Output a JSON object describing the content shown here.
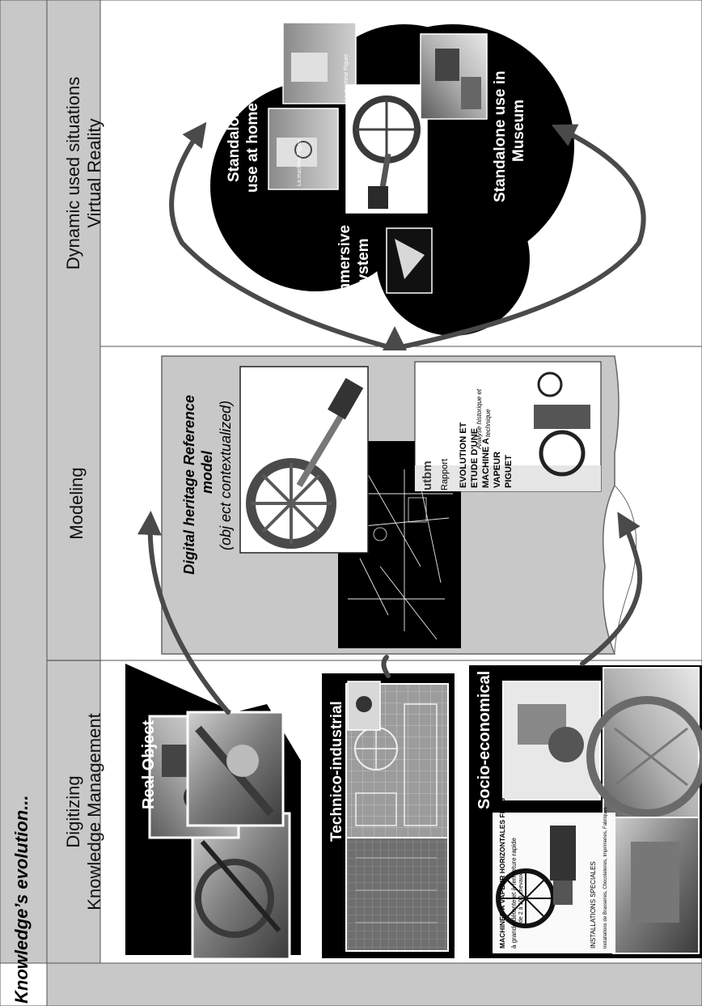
{
  "main_title": "Knowledge’s evolution...",
  "columns": [
    {
      "line1": "Digitizing",
      "line2": "Knowledge Management"
    },
    {
      "line1": "Modeling",
      "line2": ""
    },
    {
      "line1": "Dynamic used situations",
      "line2": "Virtual Reality"
    }
  ],
  "digitizing": {
    "real_object": "Real Object",
    "technico": "Technico-industrial",
    "socio": "Socio-economical",
    "advert_title": "MACHINES A VAPEUR HORIZONTALES FIXES",
    "advert_subtitle": "à grande détente et à fermeture rapide",
    "advert_range": "de 2 à 100 chevaux",
    "advert_special": "INSTALLATIONS SPECIALES",
    "advert_list": "Installations de Brasseries, Chocolateries, Imprimeries, Fabriques"
  },
  "modeling": {
    "title_line1": "Digital heritage Reference",
    "title_line2": "model",
    "subtitle": "(obj ect contextualized)",
    "report_logo": "utbm",
    "report_label": "Rapport",
    "report_title": [
      "EVOLUTION ET",
      "ETUDE D'UNE",
      "MACHINE A",
      "VAPEUR",
      "PIGUET"
    ],
    "report_subtitle": [
      "Analyse historique et",
      "technique"
    ]
  },
  "vr": {
    "home_line1": "Standalone",
    "home_line2": "use at home",
    "museum_line1": "Standalone use in",
    "museum_line2": "Museum",
    "immersive_line1": "Immersive",
    "immersive_line2": "system",
    "screen_title": "La machine Piguet"
  },
  "colors": {
    "band": "#c8c8c8",
    "dark": "#000000",
    "arrow": "#4a4a4a",
    "photo": "#9a9a9a"
  }
}
